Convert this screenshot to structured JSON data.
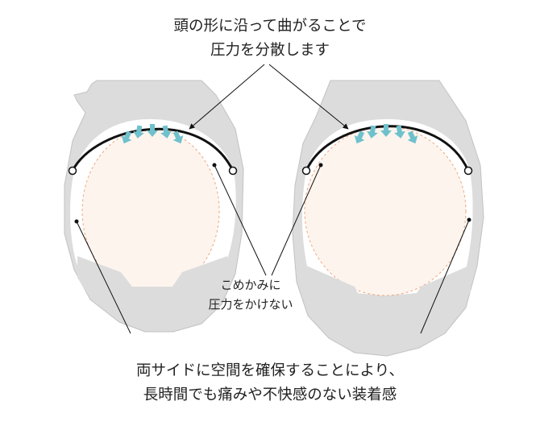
{
  "captions": {
    "top": [
      "頭の形に沿って曲がることで",
      "圧力を分散します"
    ],
    "middle": [
      "こめかみに",
      "圧力をかけない"
    ],
    "bottom": [
      "両サイドに空間を確保することにより、",
      "長時間でも痛みや不快感のない装着感"
    ]
  },
  "colors": {
    "shell": "#dcdcdd",
    "shell_outline": "#b9b9bb",
    "head_fill": "#fdf4ee",
    "head_dash": "#f0a77c",
    "arrow": "#6fc1cc",
    "line": "#111111"
  },
  "icons": {
    "pressure_arrows": "down-arrow-icon",
    "contact_points": "circle-marker-icon"
  }
}
